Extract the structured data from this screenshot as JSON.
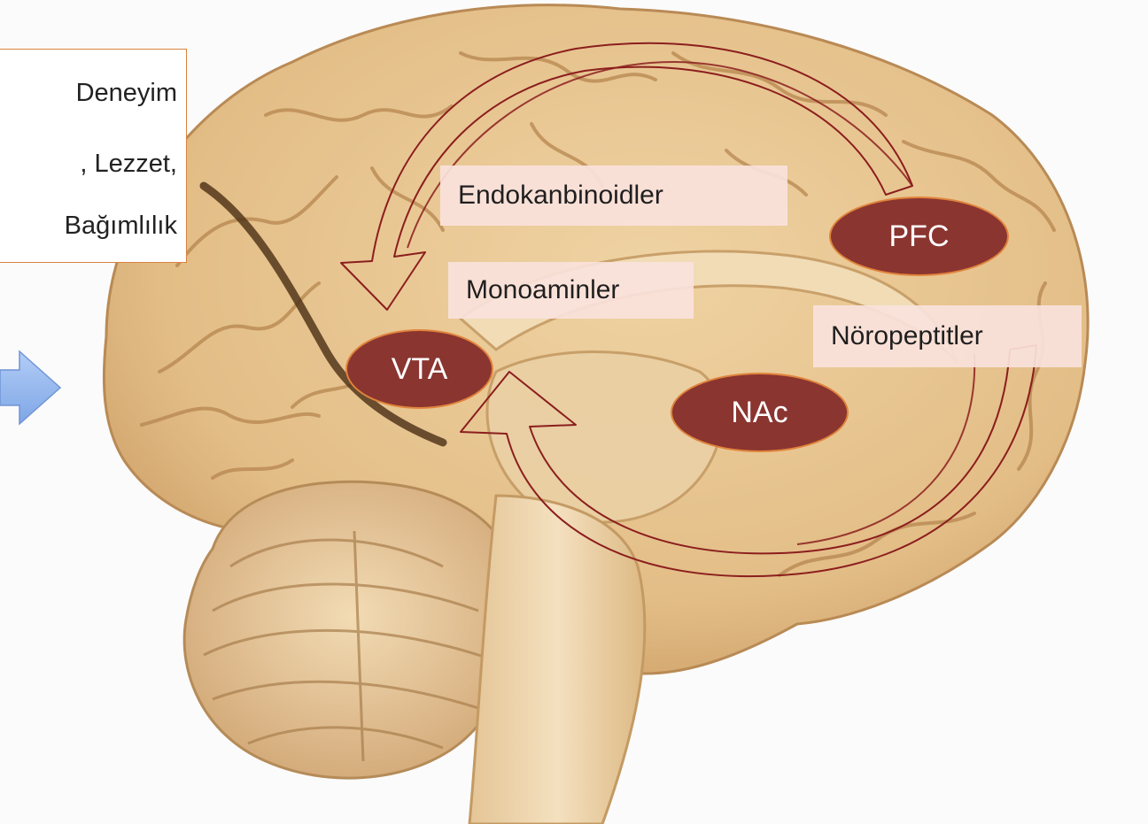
{
  "note": {
    "lines": [
      "Deneyim",
      ", Lezzet,",
      "Bağımlılık"
    ]
  },
  "labels": {
    "endokanbinoidler": "Endokanbinoidler",
    "monoaminler": "Monoaminler",
    "noropeptitler": "Nöropeptitler"
  },
  "regions": {
    "pfc": "PFC",
    "vta": "VTA",
    "nac": "NAc"
  },
  "colors": {
    "oval_fill": "#8a3530",
    "oval_border": "#e0843c",
    "label_fill": "#fae2dc",
    "arrow_stroke": "#8b1e1e",
    "block_arrow": "#8fb4ec",
    "brain_tissue": "#e7c48f"
  },
  "icons": {
    "right_arrow": "block-arrow-right"
  }
}
